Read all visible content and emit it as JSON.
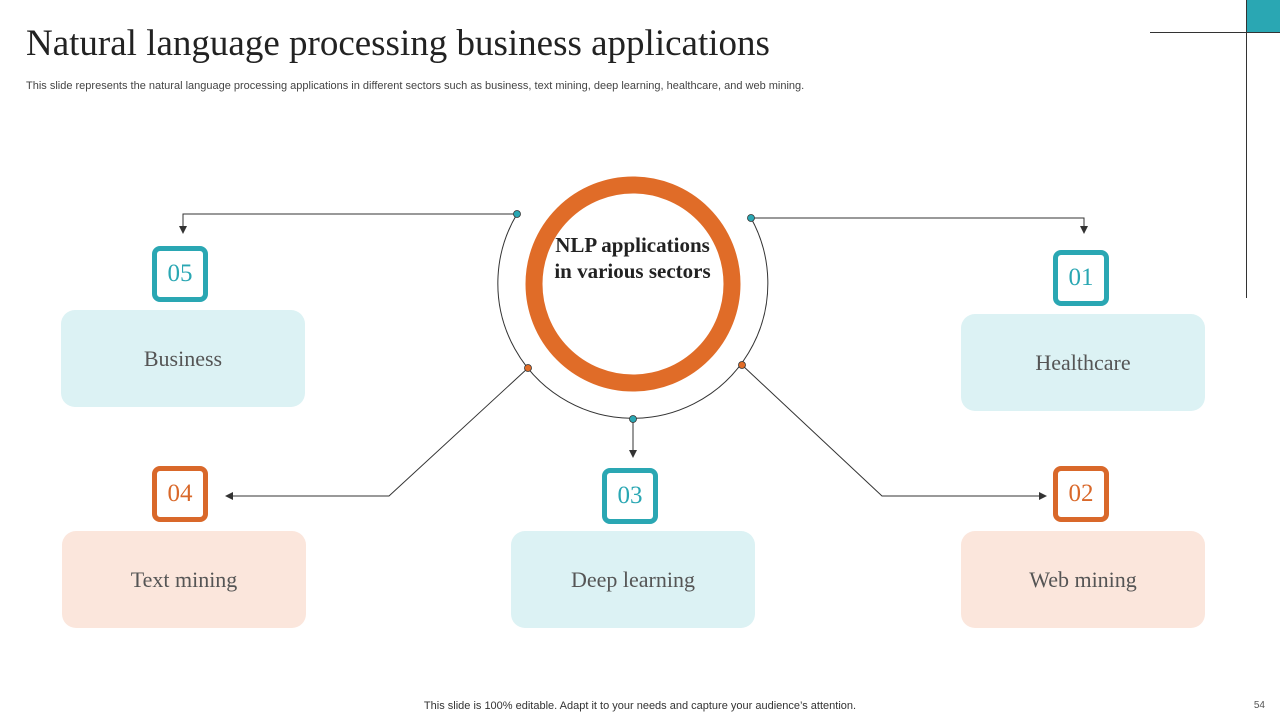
{
  "slide": {
    "title": "Natural language processing business applications",
    "subtitle": "This slide represents the natural language processing applications in different sectors such as business, text mining, deep learning, healthcare, and web mining.",
    "footer": "This slide is 100% editable. Adapt it to your needs and capture your audience’s attention.",
    "page_number": "54"
  },
  "center": {
    "label": "NLP applications in various sectors"
  },
  "items": [
    {
      "number": "01",
      "label": "Healthcare",
      "color": "teal"
    },
    {
      "number": "02",
      "label": "Web mining",
      "color": "orange"
    },
    {
      "number": "03",
      "label": "Deep learning",
      "color": "teal"
    },
    {
      "number": "04",
      "label": "Text mining",
      "color": "orange"
    },
    {
      "number": "05",
      "label": "Business",
      "color": "teal"
    }
  ],
  "colors": {
    "teal": "#2aa7b3",
    "orange": "#e06c28",
    "teal_fill": "#dcf2f4",
    "orange_fill": "#fbe6dc"
  }
}
